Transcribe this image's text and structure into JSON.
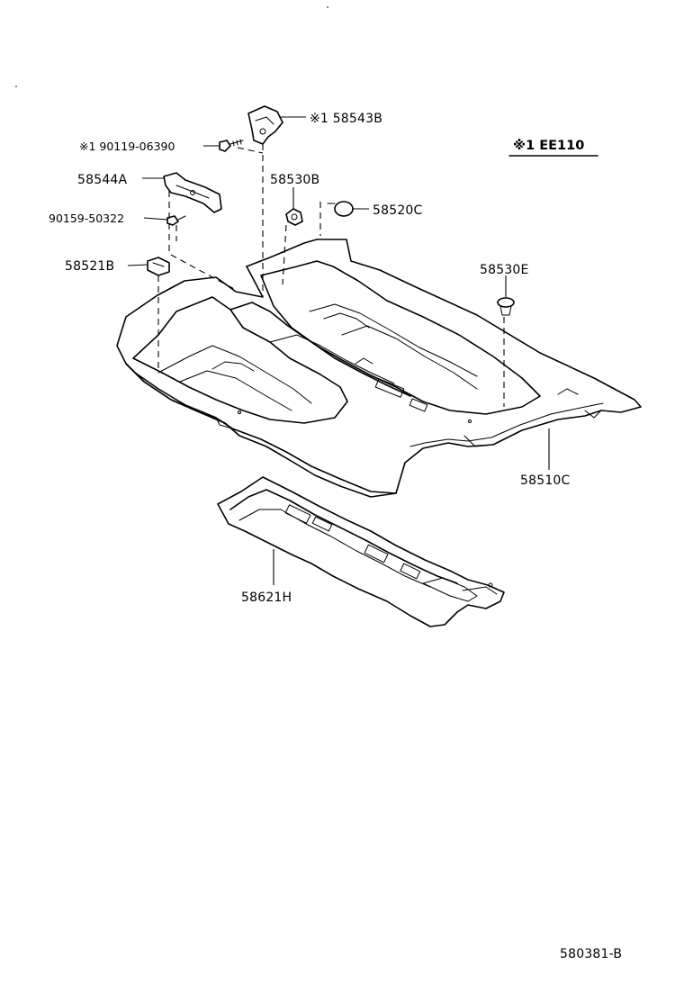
{
  "diagram": {
    "note": {
      "text": "※1 EE110"
    },
    "parts": [
      {
        "id": "p58543B",
        "label": "※1 58543B"
      },
      {
        "id": "p90119",
        "label": "※1 90119-06390"
      },
      {
        "id": "p58544A",
        "label": "58544A"
      },
      {
        "id": "p90159",
        "label": "90159-50322"
      },
      {
        "id": "p58521B",
        "label": "58521B"
      },
      {
        "id": "p58530B",
        "label": "58530B"
      },
      {
        "id": "p58520C",
        "label": "58520C"
      },
      {
        "id": "p58530E",
        "label": "58530E"
      },
      {
        "id": "p58510C",
        "label": "58510C"
      },
      {
        "id": "p58621H",
        "label": "58621H"
      }
    ],
    "figure_code": "580381-B"
  }
}
